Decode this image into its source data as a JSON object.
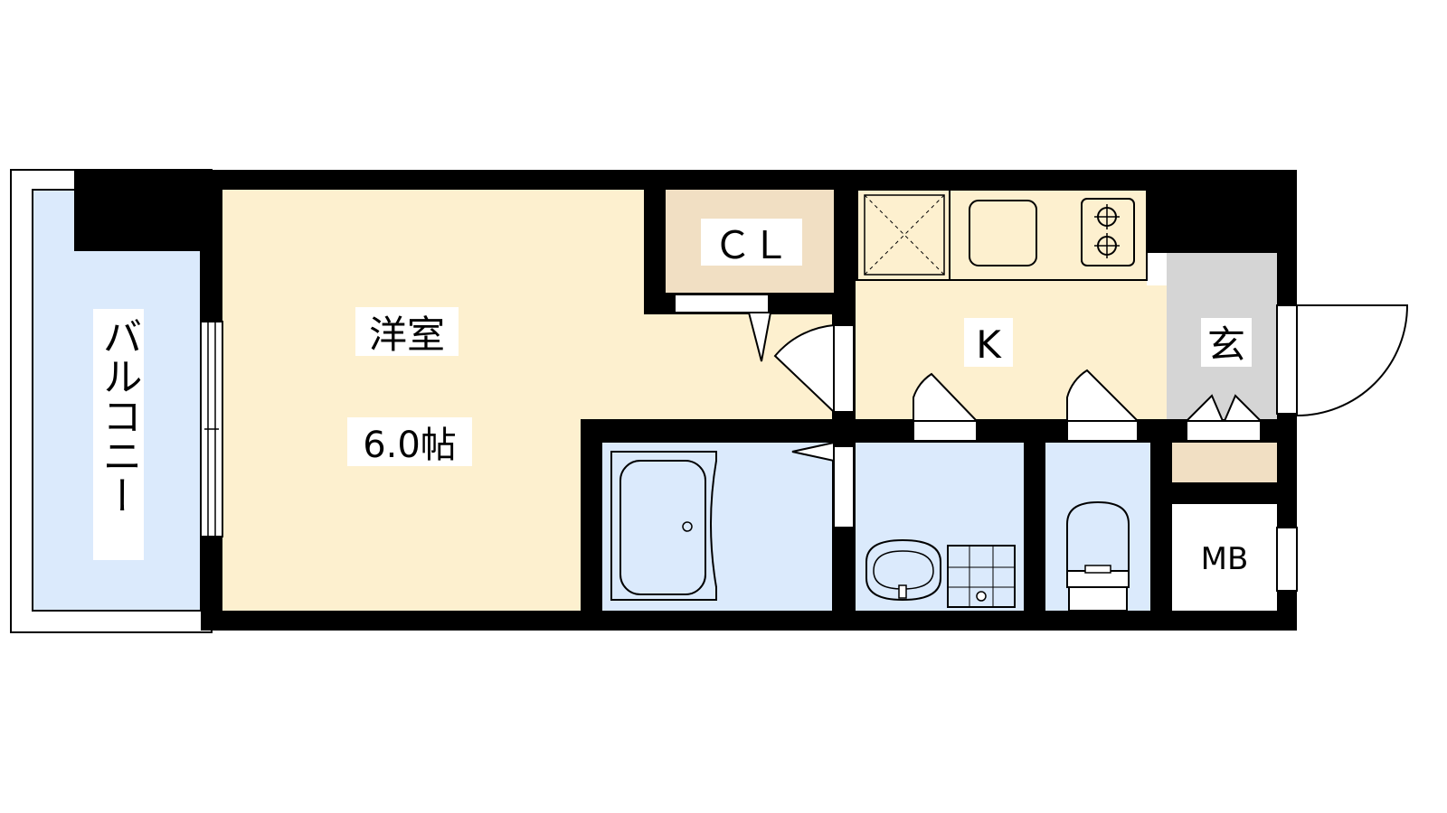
{
  "colors": {
    "wall": "#000000",
    "western_room": "#fdf0cf",
    "closet": "#f1dfc3",
    "kitchen": "#fdf0cf",
    "entrance": "#d5d5d5",
    "wet_area": "#dbeafc",
    "balcony": "#dbeafc",
    "meter_box": "#ffffff",
    "line": "#000000"
  },
  "rooms": {
    "balcony": {
      "label": "バルコニー"
    },
    "western_room": {
      "label": "洋室",
      "size": "6.0帖"
    },
    "closet": {
      "label": "ＣＬ"
    },
    "kitchen": {
      "label": "K"
    },
    "entrance": {
      "label": "玄"
    },
    "meter_box": {
      "label": "MB"
    }
  },
  "fixtures": [
    "bathtub-icon",
    "washbasin-icon",
    "washing-machine-pan-icon",
    "toilet-icon",
    "sink-icon",
    "stove-icon",
    "refrigerator-space-icon"
  ]
}
